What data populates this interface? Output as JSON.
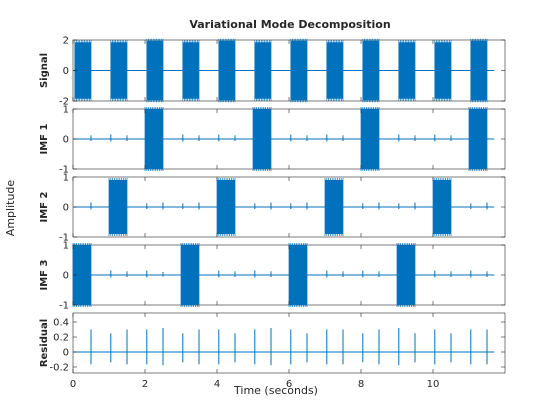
{
  "chart_data": {
    "type": "line",
    "title": "Variational Mode Decomposition",
    "xlabel": "Time (seconds)",
    "ylabel": "Amplitude",
    "xlim": [
      0,
      12
    ],
    "x_ticks": [
      "0",
      "2",
      "4",
      "6",
      "8",
      "10"
    ],
    "x_tick_values": [
      0,
      2,
      4,
      6,
      8,
      10
    ],
    "line_color": "#0072BD",
    "grid": false,
    "duration_s": 11.7,
    "panels": [
      {
        "name": "Signal",
        "ylim": [
          -2,
          2
        ],
        "y_ticks": [
          "2",
          "0",
          "-2"
        ],
        "y_tick_values": [
          2,
          0,
          -2
        ],
        "bursts": [
          {
            "start": 0.05,
            "end": 0.5,
            "amp": 1.85
          },
          {
            "start": 1.05,
            "end": 1.5,
            "amp": 1.85
          },
          {
            "start": 2.05,
            "end": 2.5,
            "amp": 1.95
          },
          {
            "start": 3.05,
            "end": 3.5,
            "amp": 1.85
          },
          {
            "start": 4.05,
            "end": 4.5,
            "amp": 1.95
          },
          {
            "start": 5.05,
            "end": 5.5,
            "amp": 1.85
          },
          {
            "start": 6.05,
            "end": 6.5,
            "amp": 1.95
          },
          {
            "start": 7.05,
            "end": 7.5,
            "amp": 1.85
          },
          {
            "start": 8.05,
            "end": 8.5,
            "amp": 1.95
          },
          {
            "start": 9.05,
            "end": 9.5,
            "amp": 1.85
          },
          {
            "start": 10.05,
            "end": 10.5,
            "amp": 1.85
          },
          {
            "start": 11.05,
            "end": 11.5,
            "amp": 1.95
          }
        ],
        "spikes": []
      },
      {
        "name": "IMF 1",
        "ylim": [
          -1,
          1
        ],
        "y_ticks": [
          "1",
          "0",
          "-1"
        ],
        "y_tick_values": [
          1,
          0,
          -1
        ],
        "bursts": [
          {
            "start": 2.0,
            "end": 2.5,
            "amp": 1.0
          },
          {
            "start": 5.0,
            "end": 5.5,
            "amp": 1.0
          },
          {
            "start": 8.0,
            "end": 8.5,
            "amp": 1.0
          },
          {
            "start": 11.0,
            "end": 11.5,
            "amp": 1.0
          }
        ],
        "spikes": [
          {
            "t": 0.5,
            "amp": 0.12
          },
          {
            "t": 1.05,
            "amp": 0.15
          },
          {
            "t": 1.5,
            "amp": 0.12
          },
          {
            "t": 3.05,
            "amp": 0.15
          },
          {
            "t": 3.5,
            "amp": 0.12
          },
          {
            "t": 4.05,
            "amp": 0.15
          },
          {
            "t": 4.5,
            "amp": 0.12
          },
          {
            "t": 6.05,
            "amp": 0.15
          },
          {
            "t": 6.5,
            "amp": 0.12
          },
          {
            "t": 7.05,
            "amp": 0.15
          },
          {
            "t": 7.5,
            "amp": 0.12
          },
          {
            "t": 9.05,
            "amp": 0.15
          },
          {
            "t": 9.5,
            "amp": 0.12
          },
          {
            "t": 10.05,
            "amp": 0.15
          },
          {
            "t": 10.5,
            "amp": 0.12
          }
        ]
      },
      {
        "name": "IMF 2",
        "ylim": [
          -1,
          1
        ],
        "y_ticks": [
          "1",
          "0",
          "-1"
        ],
        "y_tick_values": [
          1,
          0,
          -1
        ],
        "bursts": [
          {
            "start": 1.0,
            "end": 1.5,
            "amp": 0.9
          },
          {
            "start": 4.0,
            "end": 4.5,
            "amp": 0.9
          },
          {
            "start": 7.0,
            "end": 7.5,
            "amp": 0.9
          },
          {
            "start": 10.0,
            "end": 10.5,
            "amp": 0.9
          }
        ],
        "spikes": [
          {
            "t": 0.5,
            "amp": 0.15
          },
          {
            "t": 2.05,
            "amp": 0.12
          },
          {
            "t": 2.5,
            "amp": 0.15
          },
          {
            "t": 3.05,
            "amp": 0.12
          },
          {
            "t": 3.5,
            "amp": 0.15
          },
          {
            "t": 5.05,
            "amp": 0.12
          },
          {
            "t": 5.5,
            "amp": 0.15
          },
          {
            "t": 6.05,
            "amp": 0.12
          },
          {
            "t": 6.5,
            "amp": 0.15
          },
          {
            "t": 8.05,
            "amp": 0.12
          },
          {
            "t": 8.5,
            "amp": 0.15
          },
          {
            "t": 9.05,
            "amp": 0.12
          },
          {
            "t": 9.5,
            "amp": 0.15
          },
          {
            "t": 11.05,
            "amp": 0.12
          },
          {
            "t": 11.5,
            "amp": 0.15
          }
        ]
      },
      {
        "name": "IMF 3",
        "ylim": [
          -1,
          1
        ],
        "y_ticks": [
          "1",
          "0",
          "-1"
        ],
        "y_tick_values": [
          1,
          0,
          -1
        ],
        "bursts": [
          {
            "start": 0.0,
            "end": 0.5,
            "amp": 1.0
          },
          {
            "start": 3.0,
            "end": 3.5,
            "amp": 1.0
          },
          {
            "start": 6.0,
            "end": 6.5,
            "amp": 1.0
          },
          {
            "start": 9.0,
            "end": 9.5,
            "amp": 1.0
          }
        ],
        "spikes": [
          {
            "t": 1.05,
            "amp": 0.15
          },
          {
            "t": 1.5,
            "amp": 0.12
          },
          {
            "t": 2.05,
            "amp": 0.15
          },
          {
            "t": 2.5,
            "amp": 0.1
          },
          {
            "t": 4.05,
            "amp": 0.15
          },
          {
            "t": 4.5,
            "amp": 0.12
          },
          {
            "t": 5.05,
            "amp": 0.15
          },
          {
            "t": 5.5,
            "amp": 0.12
          },
          {
            "t": 7.05,
            "amp": 0.15
          },
          {
            "t": 7.5,
            "amp": 0.12
          },
          {
            "t": 8.05,
            "amp": 0.15
          },
          {
            "t": 8.5,
            "amp": 0.12
          },
          {
            "t": 10.05,
            "amp": 0.15
          },
          {
            "t": 10.5,
            "amp": 0.12
          },
          {
            "t": 11.05,
            "amp": 0.15
          },
          {
            "t": 11.5,
            "amp": 0.12
          }
        ]
      },
      {
        "name": "Residual",
        "ylim": [
          -0.28,
          0.52
        ],
        "y_ticks": [
          "0.4",
          "0.2",
          "0",
          "-0.2"
        ],
        "y_tick_values": [
          0.4,
          0.2,
          0,
          -0.2
        ],
        "bursts": [],
        "spikes": [
          {
            "t": 0.5,
            "amp": 0.3
          },
          {
            "t": 1.05,
            "amp": 0.25
          },
          {
            "t": 1.5,
            "amp": 0.3
          },
          {
            "t": 2.05,
            "amp": 0.3
          },
          {
            "t": 2.5,
            "amp": 0.32
          },
          {
            "t": 3.05,
            "amp": 0.25
          },
          {
            "t": 3.5,
            "amp": 0.3
          },
          {
            "t": 4.05,
            "amp": 0.3
          },
          {
            "t": 4.5,
            "amp": 0.25
          },
          {
            "t": 5.05,
            "amp": 0.3
          },
          {
            "t": 5.5,
            "amp": 0.32
          },
          {
            "t": 6.05,
            "amp": 0.3
          },
          {
            "t": 6.5,
            "amp": 0.25
          },
          {
            "t": 7.05,
            "amp": 0.3
          },
          {
            "t": 7.5,
            "amp": 0.3
          },
          {
            "t": 8.05,
            "amp": 0.25
          },
          {
            "t": 8.5,
            "amp": 0.3
          },
          {
            "t": 9.05,
            "amp": 0.32
          },
          {
            "t": 9.5,
            "amp": 0.25
          },
          {
            "t": 10.05,
            "amp": 0.3
          },
          {
            "t": 10.5,
            "amp": 0.25
          },
          {
            "t": 11.05,
            "amp": 0.3
          },
          {
            "t": 11.5,
            "amp": 0.3
          }
        ]
      }
    ]
  }
}
